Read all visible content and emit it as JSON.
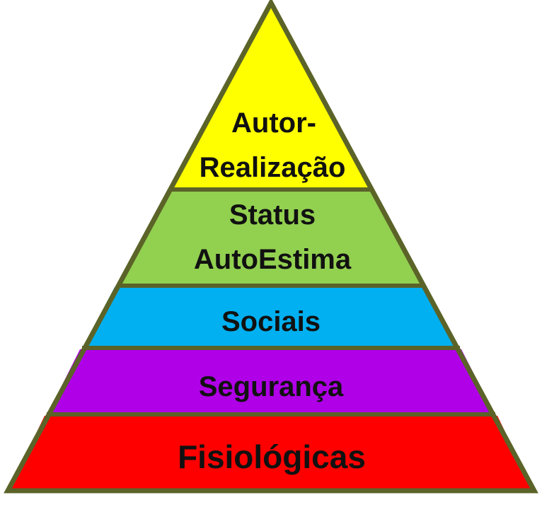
{
  "diagram": {
    "type": "pyramid",
    "outline_color": "#5b6328",
    "tiers": [
      {
        "id": "autorrealizacao",
        "lines": [
          "Autor-",
          "Realização"
        ],
        "color": "#ffff00"
      },
      {
        "id": "status",
        "lines": [
          "Status",
          "AutoEstima"
        ],
        "color": "#92d050"
      },
      {
        "id": "sociais",
        "lines": [
          "Sociais"
        ],
        "color": "#00b0f0"
      },
      {
        "id": "seguranca",
        "lines": [
          "Segurança"
        ],
        "color": "#b000e8"
      },
      {
        "id": "fisiologicas",
        "lines": [
          "Fisiológicas"
        ],
        "color": "#ff0000"
      }
    ]
  }
}
